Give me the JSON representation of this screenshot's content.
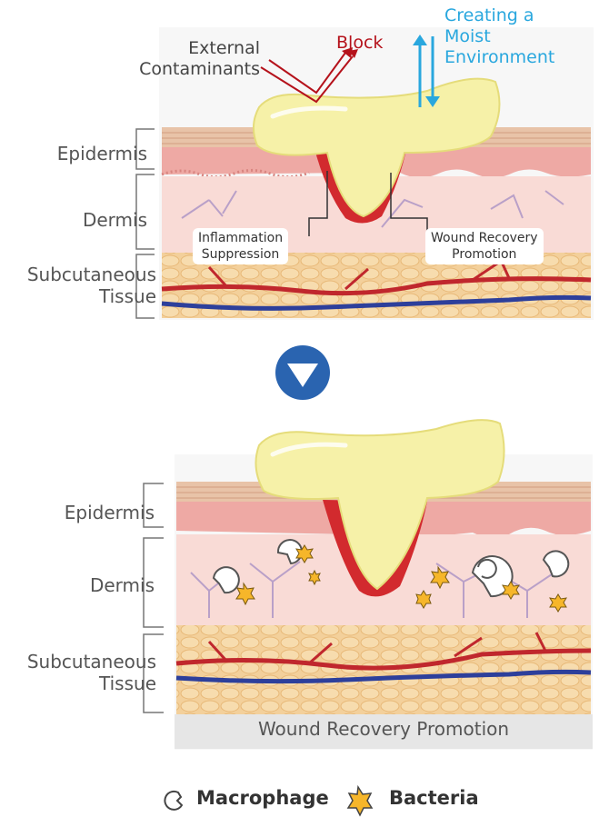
{
  "annotations": {
    "external_contaminants": "External\nContaminants",
    "block": "Block",
    "moist": "Creating a\nMoist\nEnvironment",
    "inflammation": "Inflammation\nSuppression",
    "wound_recovery_box": "Wound Recovery\nPromotion"
  },
  "panel_top": {
    "epidermis": "Epidermis",
    "dermis": "Dermis",
    "subcutaneous": "Subcutaneous\nTissue"
  },
  "panel_bottom": {
    "epidermis": "Epidermis",
    "dermis": "Dermis",
    "subcutaneous": "Subcutaneous\nTissue",
    "caption": "Wound Recovery Promotion"
  },
  "legend": {
    "macrophage": "Macrophage",
    "bacteria": "Bacteria"
  },
  "colors": {
    "block_red": "#b5121b",
    "moist_blue": "#29a7de",
    "arrow_circle": "#2a64b0"
  }
}
